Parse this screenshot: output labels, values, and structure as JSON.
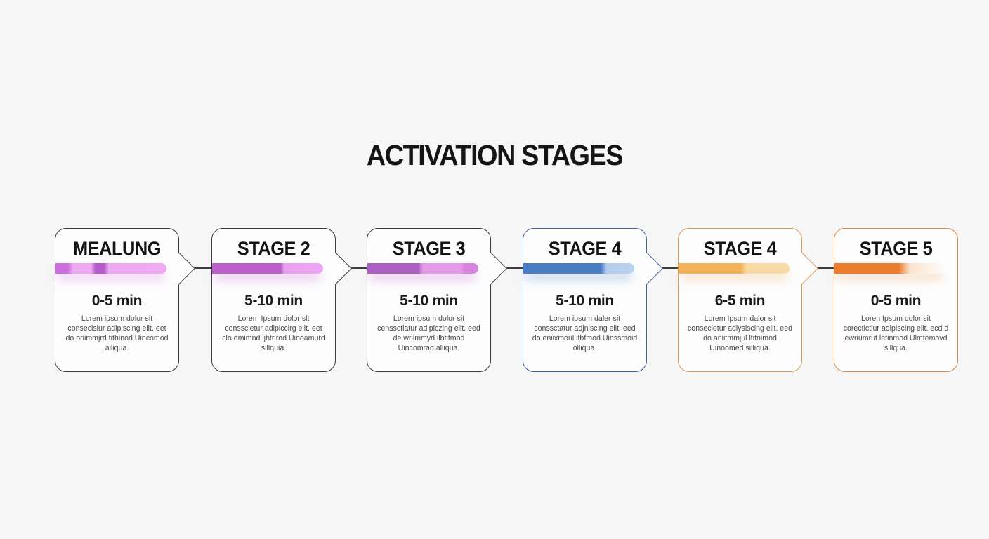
{
  "title": "ACTIVATION STAGES",
  "colors": {
    "background": "#f6f6f7",
    "connector_line": "#3c3c3c",
    "neutral_border": "#3a3a3a"
  },
  "cards": [
    {
      "title": "MEALUNG",
      "duration": "0-5 min",
      "description": "Lorem ipsum dolor sit consecislur adlpiscing elit. eet do oriimmjrd tithinod Uincomod ailiqua.",
      "bar_color": "#cc6edd",
      "bar_color_light": "#eeaaf0",
      "border_color": "#3a3a3a"
    },
    {
      "title": "STAGE 2",
      "duration": "5-10 min",
      "description": "Lorem Ipsum dolor slt consscietur adipiccirg elit. eet clo emimnd ijbtrirod Uinoamurd sillquia.",
      "bar_color": "#bb5fc9",
      "bar_color_light": "#eaa0f0",
      "border_color": "#3a3a3a"
    },
    {
      "title": "STAGE 3",
      "duration": "5-10 min",
      "description": "Lorem ipsum dolor sit censsctiatur adlpiczing elit. eed de wriimmyd ilbtitmod Uincomrad alliqua.",
      "bar_color": "#ab5fc0",
      "bar_color_light": "#e49ae8",
      "border_color": "#3a3a3a"
    },
    {
      "title": "STAGE 4",
      "duration": "5-10 min",
      "description": "Lorem ipsum daler sit conssctatur adjniscing elit, eed do eniixmoul itbfmod Uinssmoid olliqua.",
      "bar_color": "#4a7cc3",
      "bar_color_light": "#b4cdec",
      "border_color": "#44609c"
    },
    {
      "title": "STAGE 4",
      "duration": "6-5 min",
      "description": "Lorem Ipsum dalor sit consecletur adlysiscing ellt. eed do aniitmmjul ltitnimod Uinoomed silliqua.",
      "bar_color": "#f3b159",
      "bar_color_light": "#f8d9a2",
      "border_color": "#dc9a57"
    },
    {
      "title": "STAGE 5",
      "duration": "0-5 min",
      "description": "Loren Ipsum dolor sit corectictiur adiplscing elit. ecd d ewriumrut letinmod Ulmtemovd sillqua.",
      "bar_color": "#ec7d2f",
      "bar_color_light": "#fce4cc",
      "border_color": "#d98a4d"
    }
  ]
}
